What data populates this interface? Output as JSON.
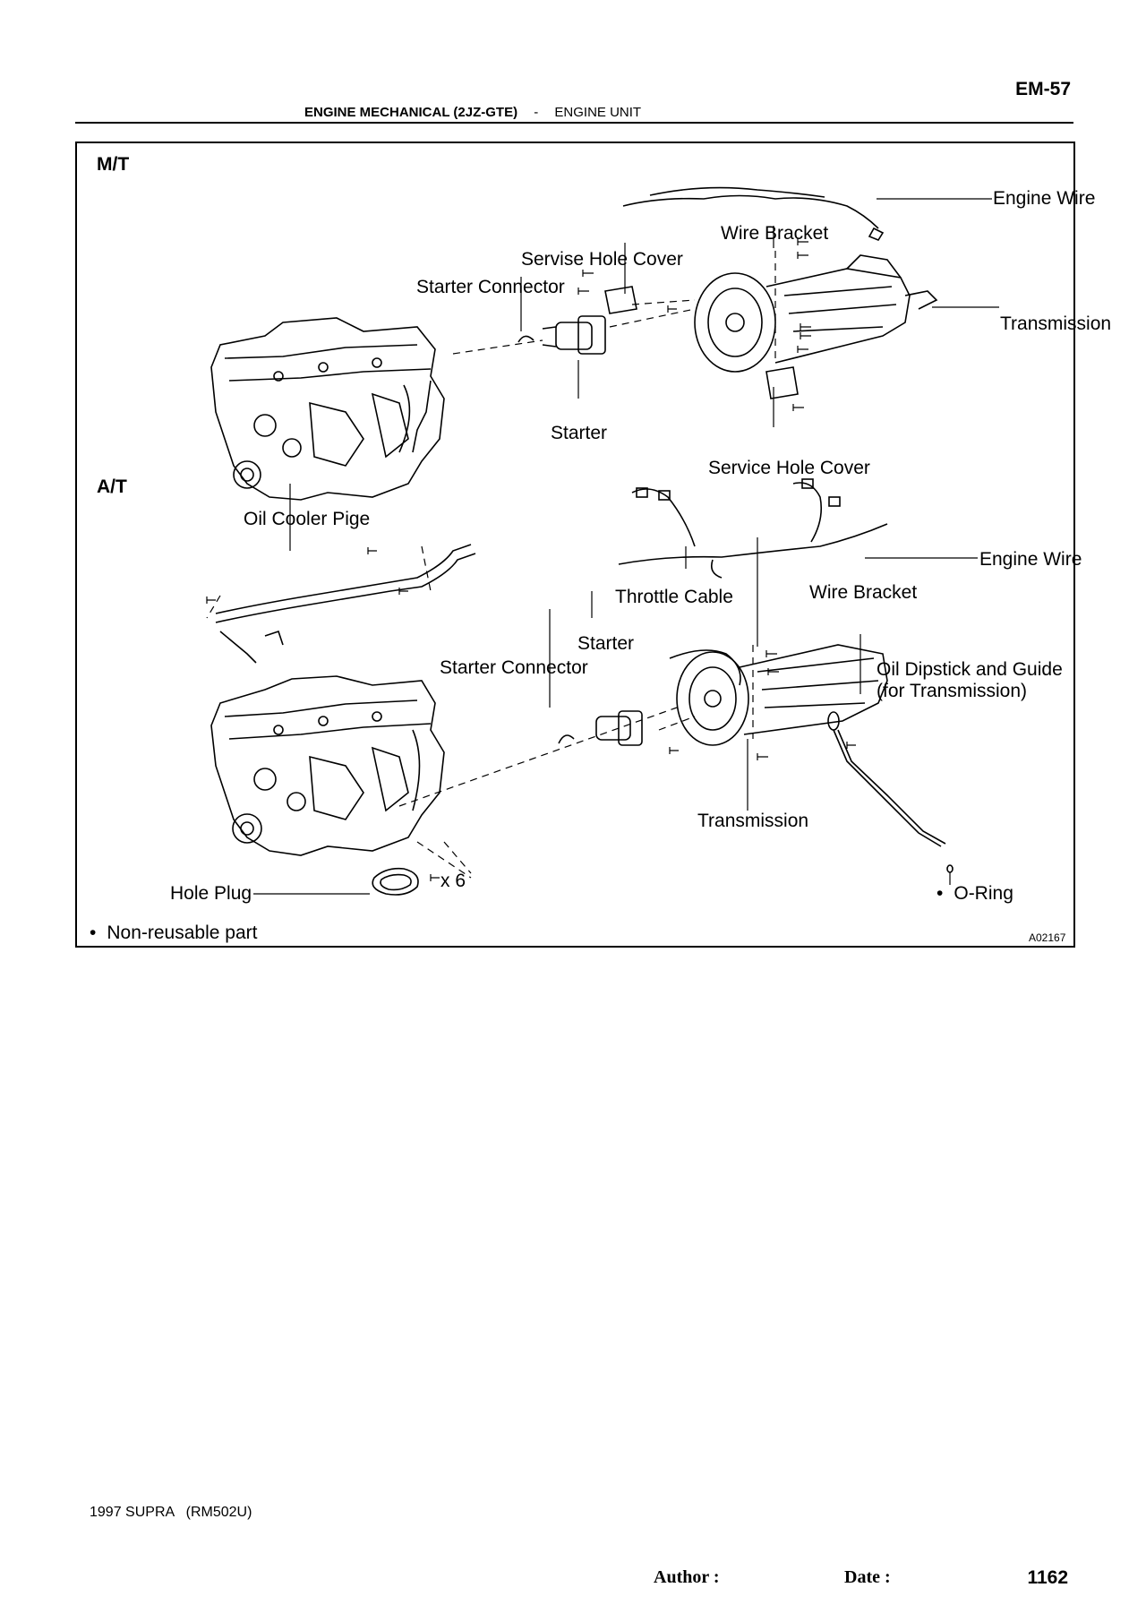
{
  "header": {
    "page_code": "EM-57",
    "section_bold": "ENGINE MECHANICAL (2JZ-GTE)",
    "separator": "-",
    "subsection": "ENGINE UNIT"
  },
  "figure": {
    "code": "A02167",
    "mt": {
      "heading": "M/T",
      "labels": {
        "engine_wire": "Engine Wire",
        "wire_bracket": "Wire Bracket",
        "servise_hole_cover": "Servise Hole Cover",
        "starter_connector": "Starter Connector",
        "transmission": "Transmission",
        "starter": "Starter",
        "service_hole_cover": "Service Hole Cover"
      }
    },
    "at": {
      "heading": "A/T",
      "labels": {
        "oil_cooler_pige": "Oil Cooler Pige",
        "engine_wire": "Engine Wire",
        "throttle_cable": "Throttle Cable",
        "wire_bracket": "Wire Bracket",
        "starter": "Starter",
        "starter_connector": "Starter Connector",
        "oil_dipstick_line1": "Oil Dipstick and Guide",
        "oil_dipstick_line2": "(for Transmission)",
        "transmission": "Transmission",
        "hole_plug": "Hole Plug",
        "x6": "x 6",
        "o_ring": "O-Ring"
      }
    },
    "legend": {
      "bullet": "•",
      "text": "Non-reusable part"
    }
  },
  "footer": {
    "model": "1997 SUPRA   (RM502U)",
    "author_label": "Author :",
    "date_label": "Date :",
    "page_number": "1162"
  }
}
